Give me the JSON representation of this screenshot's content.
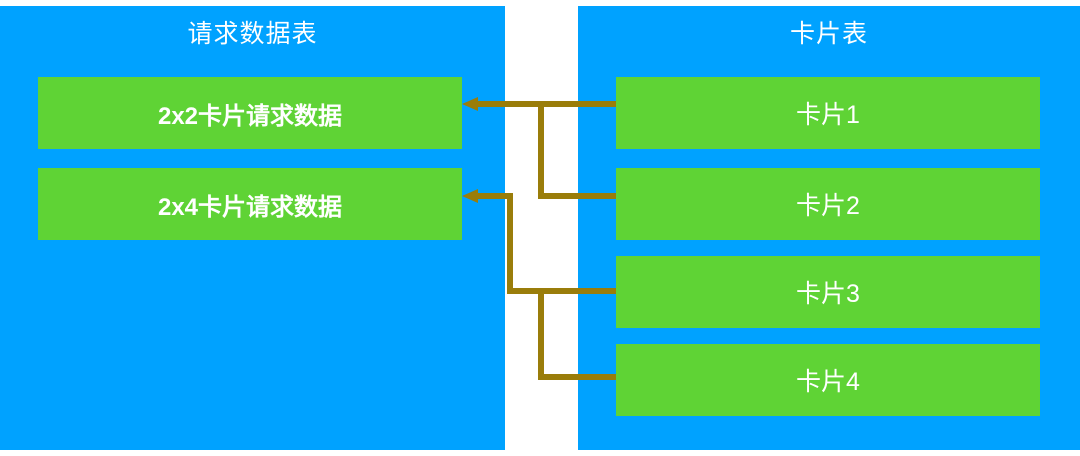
{
  "diagram": {
    "colors": {
      "panel_bg": "#00A2FF",
      "box_bg": "#5FD335",
      "box_text": "#FFFFFF",
      "connector": "#9A7D0A",
      "page_bg": "#FFFFFF"
    },
    "left_panel": {
      "title": "请求数据表",
      "rows": [
        {
          "label": "2x2卡片请求数据"
        },
        {
          "label": "2x4卡片请求数据"
        }
      ]
    },
    "right_panel": {
      "title": "卡片表",
      "rows": [
        {
          "label": "卡片1"
        },
        {
          "label": "卡片2"
        },
        {
          "label": "卡片3"
        },
        {
          "label": "卡片4"
        }
      ]
    },
    "connections": [
      {
        "from": "卡片1",
        "to": "2x2卡片请求数据"
      },
      {
        "from": "卡片2",
        "to": "2x2卡片请求数据"
      },
      {
        "from": "卡片3",
        "to": "2x4卡片请求数据"
      },
      {
        "from": "卡片4",
        "to": "2x4卡片请求数据"
      }
    ]
  }
}
